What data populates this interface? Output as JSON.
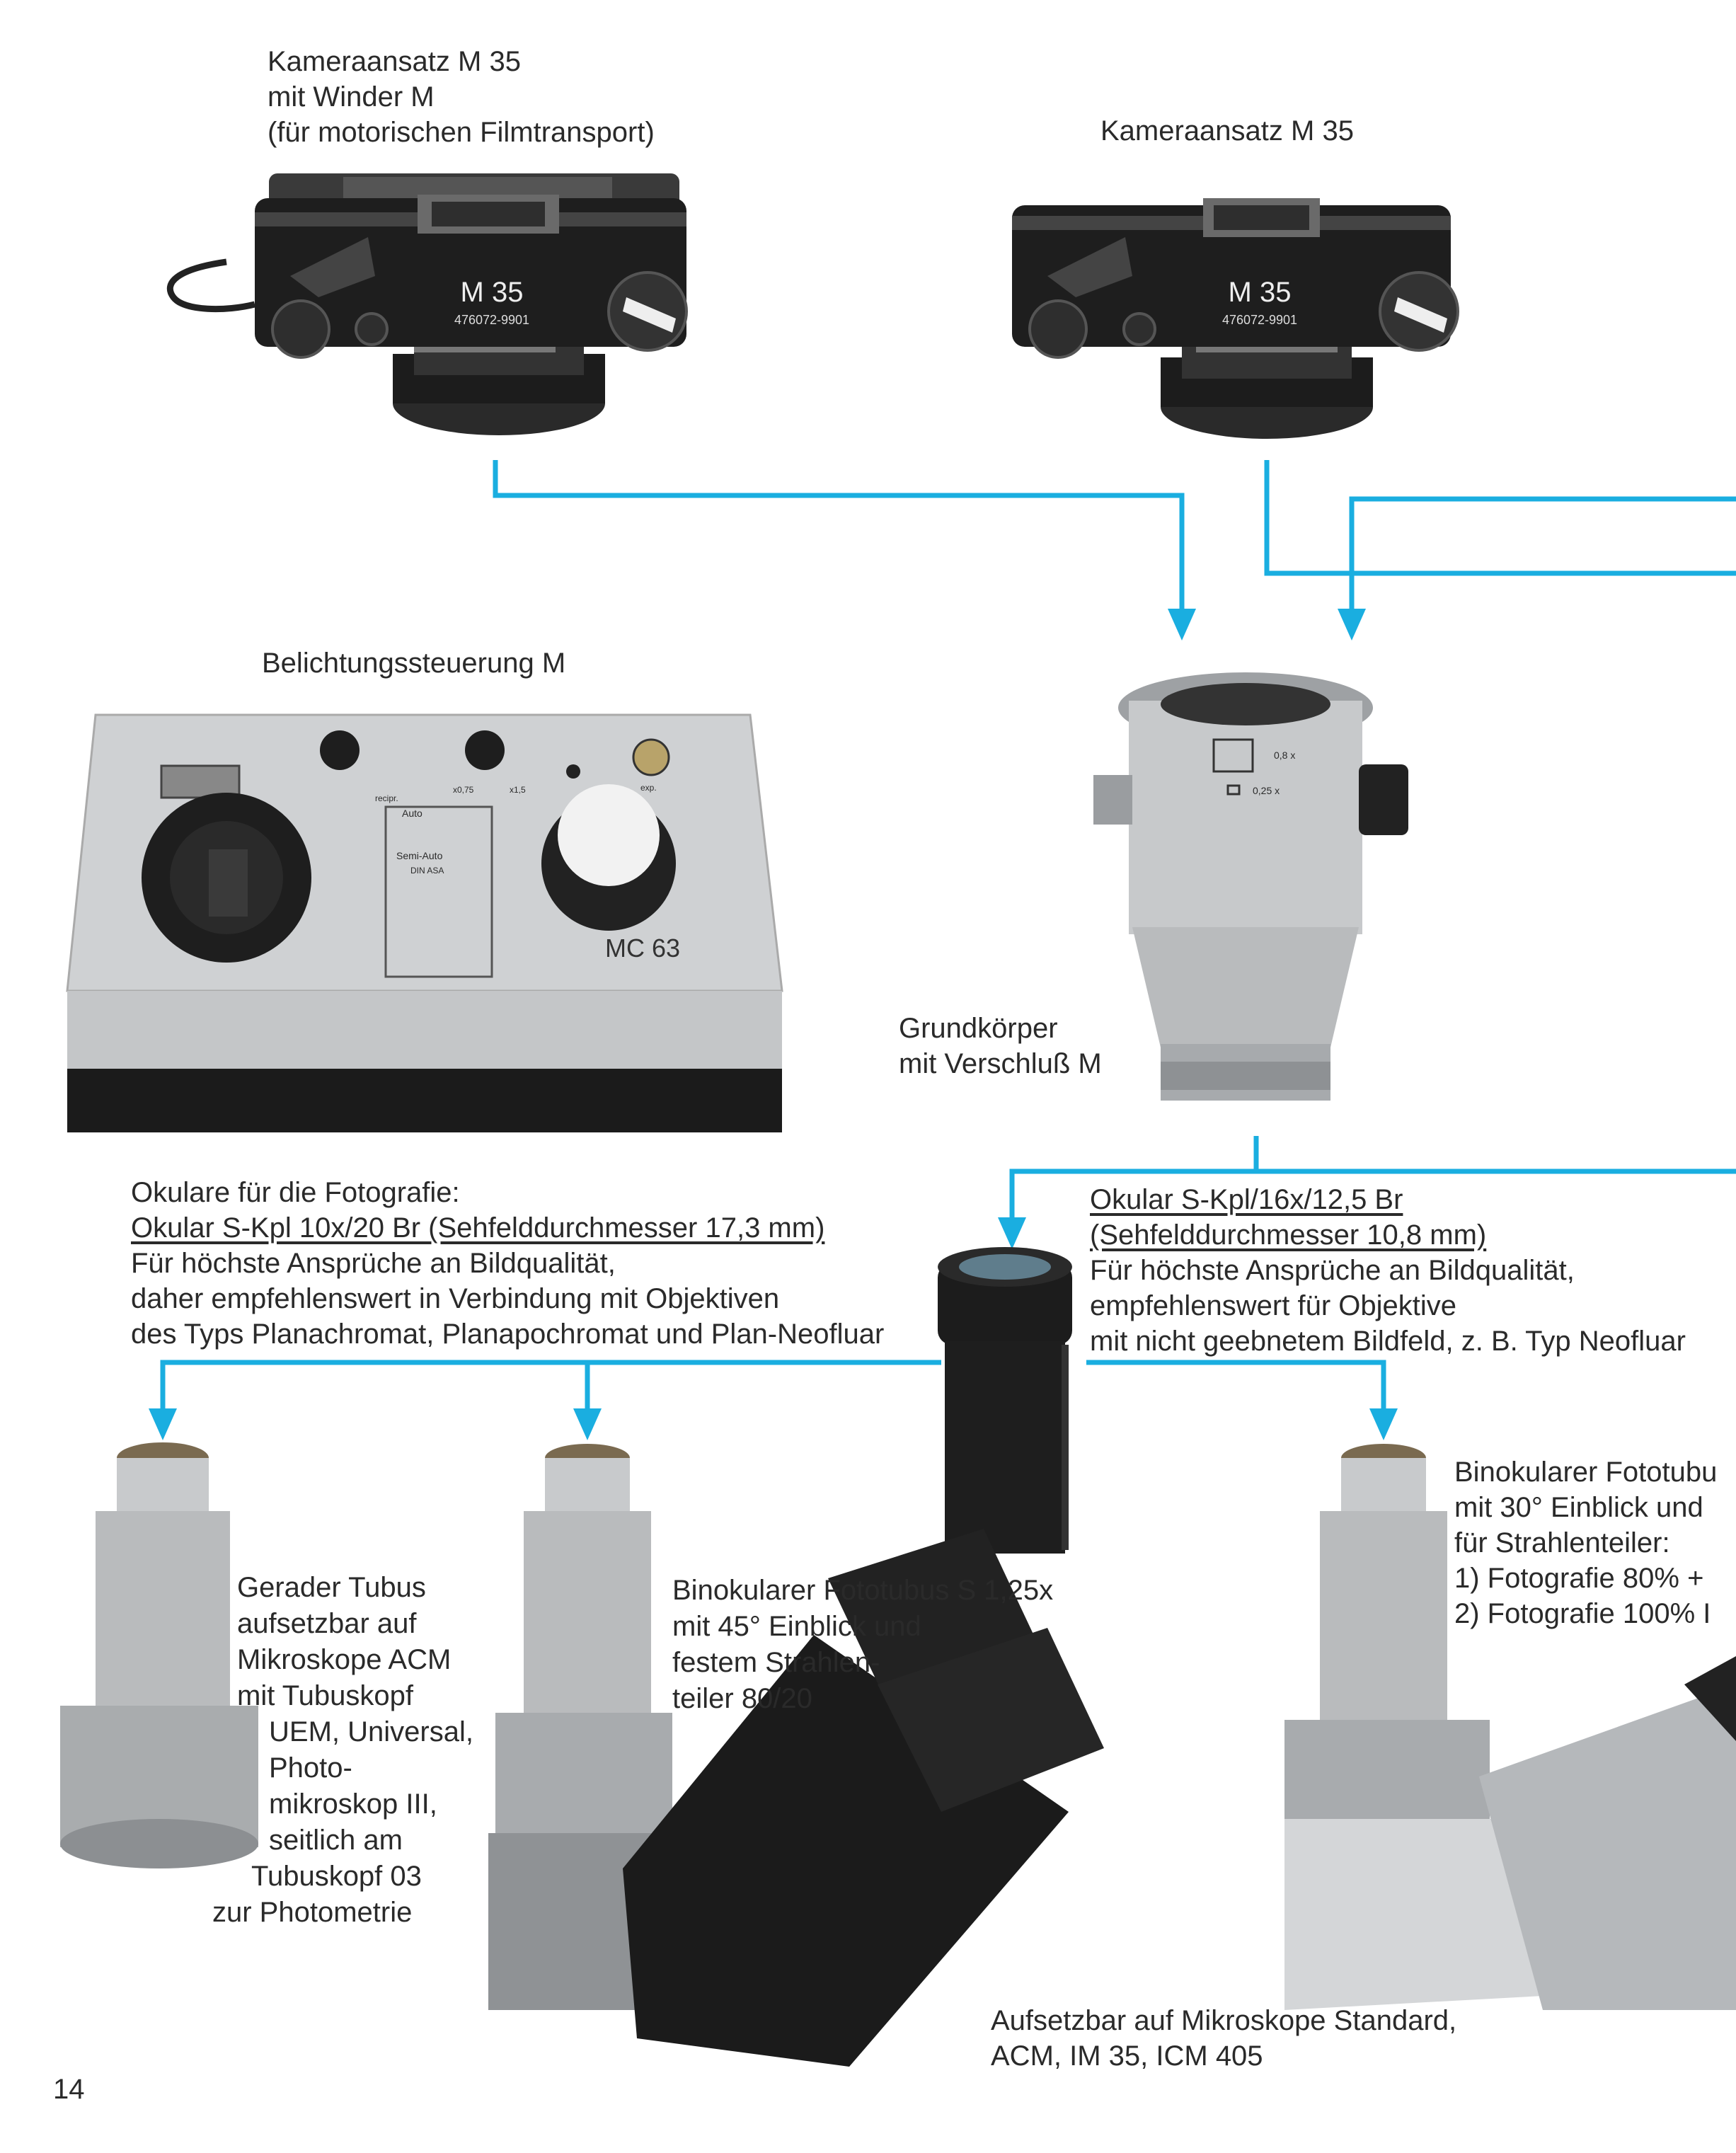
{
  "page_number": "14",
  "accent_color": "#1aaee0",
  "camera_winder": {
    "lines": [
      "Kameraansatz M 35",
      "mit Winder M",
      "(für motorischen Filmtransport)"
    ],
    "model": "M 35",
    "serial": "476072-9901"
  },
  "camera_plain": {
    "lines": [
      "Kameraansatz M 35"
    ],
    "model": "M 35",
    "serial": "476072-9901"
  },
  "exposure_control": {
    "title": "Belichtungssteuerung M",
    "model": "MC 63",
    "panel": {
      "auto": "Auto",
      "semi_auto": "Semi-Auto",
      "din_asa": "DIN ASA",
      "exp": "exp.",
      "recipr": "recipr.",
      "factor_low": "x0,75",
      "factor_high": "x1,5"
    }
  },
  "base_body": {
    "lines": [
      "Grundkörper",
      "mit Verschluß M"
    ],
    "marks": [
      "0,8 x",
      "0,25 x"
    ]
  },
  "eyepiece_left": {
    "lines": [
      "Okulare für die Fotografie:",
      "Okular S-Kpl 10x/20 Br (Sehfelddurchmesser 17,3 mm)",
      "Für höchste Ansprüche an Bildqualität,",
      "daher empfehlenswert in Verbindung mit Objektiven",
      "des Typs Planachromat, Planapochromat und Plan-Neofluar"
    ]
  },
  "eyepiece_right": {
    "lines": [
      "Okular S-Kpl/16x/12,5 Br",
      "(Sehfelddurchmesser 10,8 mm)",
      "Für höchste Ansprüche an Bildqualität,",
      "empfehlenswert für Objektive",
      "mit nicht geebnetem Bildfeld, z. B. Typ Neofluar"
    ]
  },
  "straight_tube": {
    "lines": [
      "Gerader Tubus",
      "aufsetzbar auf",
      "Mikroskope ACM",
      "mit Tubuskopf",
      "UEM, Universal,",
      "Photo-",
      "mikroskop III,",
      "seitlich am",
      "Tubuskopf 03",
      "zur Photometrie"
    ]
  },
  "binocular_45": {
    "lines": [
      "Binokularer Fototubus S 1,25x",
      "mit 45° Einblick und",
      "festem Strahlen-",
      "teiler 80/20"
    ]
  },
  "binocular_30": {
    "lines": [
      "Binokularer Fototubu",
      "mit 30° Einblick und",
      "für Strahlenteiler:",
      "1) Fotografie 80% +",
      "2) Fotografie 100% I"
    ]
  },
  "mount_note": {
    "lines": [
      "Aufsetzbar auf Mikroskope Standard,",
      "ACM, IM 35, ICM 405"
    ]
  }
}
